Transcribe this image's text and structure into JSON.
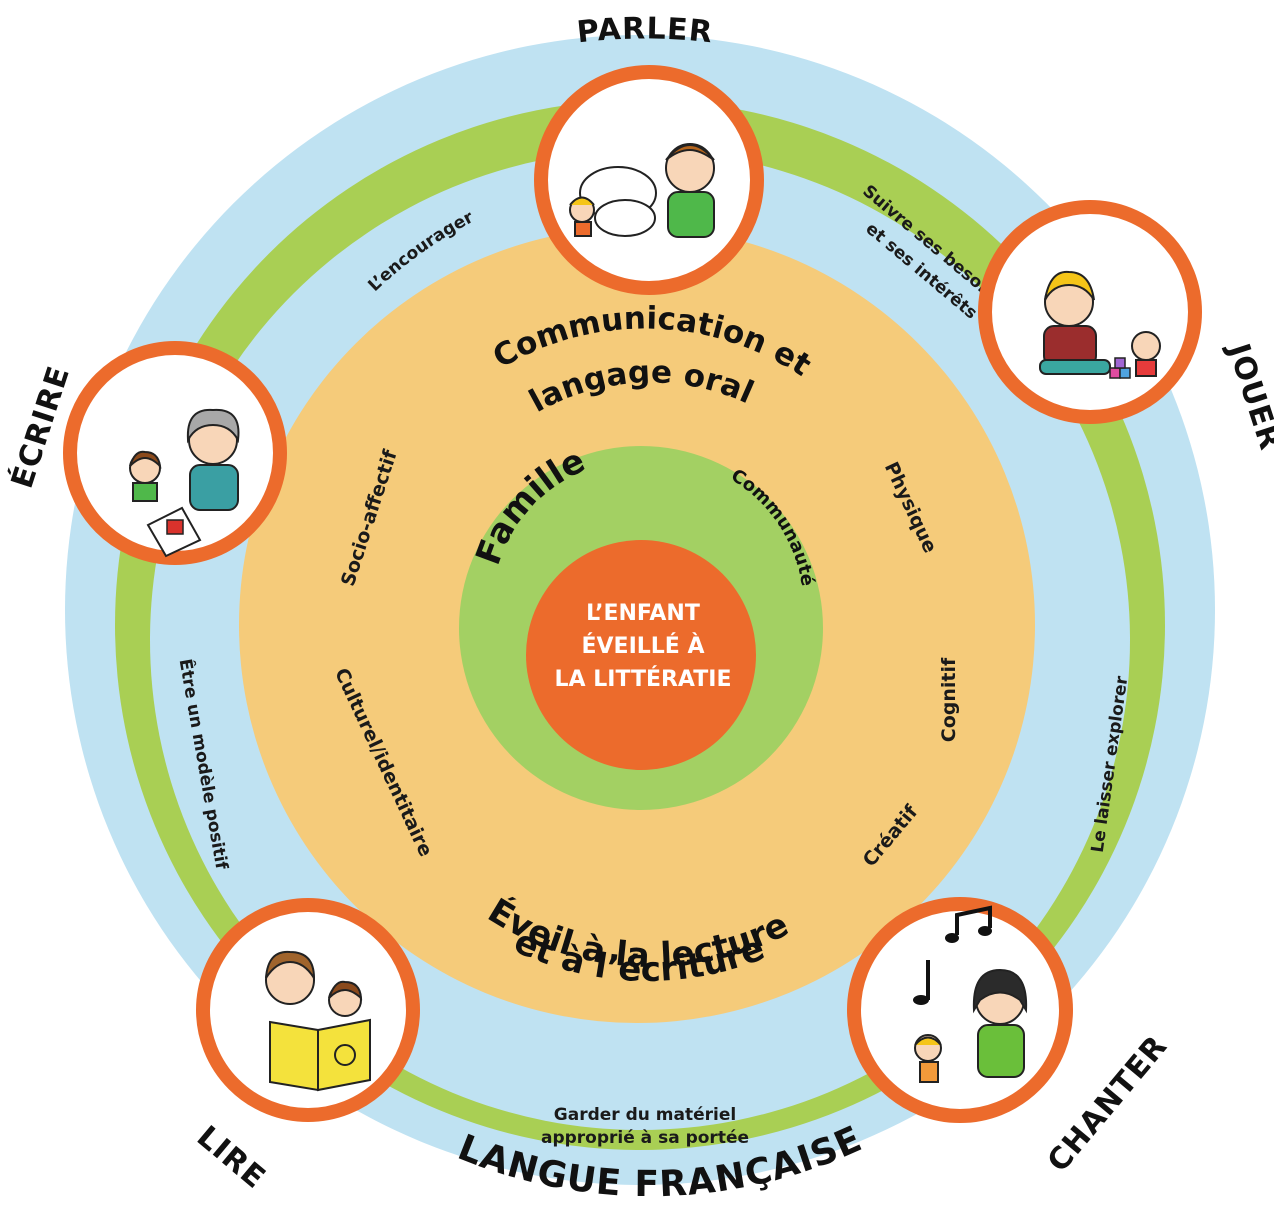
{
  "colors": {
    "outer_ring": "#bfe2f2",
    "green_band": "#a9cf54",
    "inner_sand": "#f5cb7a",
    "famille_ring": "#a3d063",
    "center": "#ec6b2c",
    "activity_ring": "#ec6b2c"
  },
  "center": {
    "lines": [
      "L’ENFANT",
      "ÉVEILLÉ À",
      "LA LITTÉRATIE"
    ]
  },
  "famille_ring": {
    "famille": "Famille",
    "communaute": "Communauté"
  },
  "sand_zone": {
    "top_title": [
      "Communication et",
      "langage oral"
    ],
    "bottom_title": [
      "Éveil à la lecture",
      "et à l’écriture"
    ],
    "domains": {
      "socio_affectif": "Socio-affectif",
      "physique": "Physique",
      "cognitif": "Cognitif",
      "creatif": "Créatif",
      "culturel": "Culturel/identitaire"
    }
  },
  "green_band": {
    "encourager": "L’encourager",
    "suivre": [
      "Suivre ses besoins",
      "et ses intérêts"
    ],
    "explorer": "Le laisser explorer",
    "materiel": [
      "Garder du matériel",
      "approprié à sa portée"
    ],
    "modele": "Être un modèle positif"
  },
  "outer_ring": {
    "langue": "LANGUE FRANÇAISE"
  },
  "activities": {
    "parler": "PARLER",
    "jouer": "JOUER",
    "chanter": "CHANTER",
    "lire": "LIRE",
    "ecrire": "ÉCRIRE"
  },
  "icons": {
    "parler": "talking-adult-child-icon",
    "jouer": "playing-blocks-icon",
    "chanter": "singing-music-notes-icon",
    "lire": "reading-book-icon",
    "ecrire": "drawing-grandma-child-icon"
  }
}
